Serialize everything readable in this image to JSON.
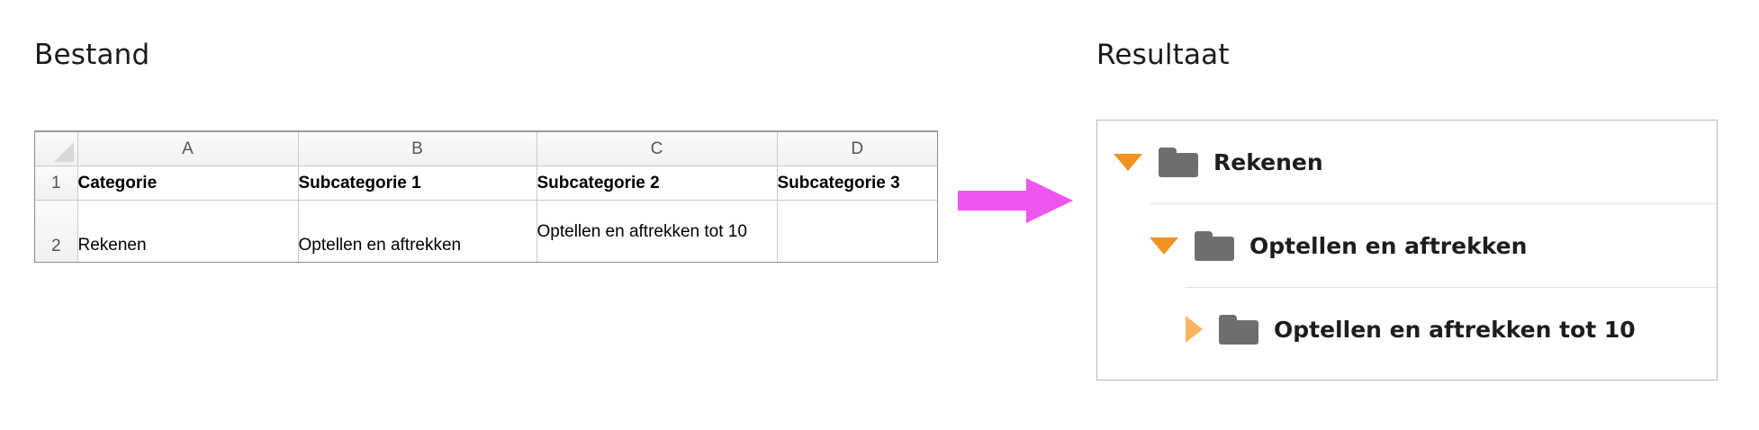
{
  "headings": {
    "left": "Bestand",
    "right": "Resultaat"
  },
  "spreadsheet": {
    "column_headers": [
      "A",
      "B",
      "C",
      "D"
    ],
    "row_numbers": [
      "1",
      "2"
    ],
    "rows": [
      {
        "number": "1",
        "bold": true,
        "cells": [
          "Categorie",
          "Subcategorie 1",
          "Subcategorie 2",
          "Subcategorie 3"
        ]
      },
      {
        "number": "2",
        "bold": false,
        "cells": [
          "Rekenen",
          "Optellen en aftrekken",
          "Optellen en aftrekken tot 10",
          ""
        ]
      }
    ]
  },
  "arrow": {
    "name": "right-arrow",
    "color": "#ee55ee"
  },
  "tree": {
    "nodes": [
      {
        "label": "Rekenen",
        "level": 0,
        "expanded": true,
        "twisty": "caret-down",
        "twisty_color": "#f29220",
        "icon": "folder-icon"
      },
      {
        "label": "Optellen en aftrekken",
        "level": 1,
        "expanded": true,
        "twisty": "caret-down",
        "twisty_color": "#f29220",
        "icon": "folder-icon"
      },
      {
        "label": "Optellen en aftrekken tot 10",
        "level": 2,
        "expanded": false,
        "twisty": "caret-right",
        "twisty_color": "#fbb35f",
        "icon": "folder-icon"
      }
    ]
  }
}
